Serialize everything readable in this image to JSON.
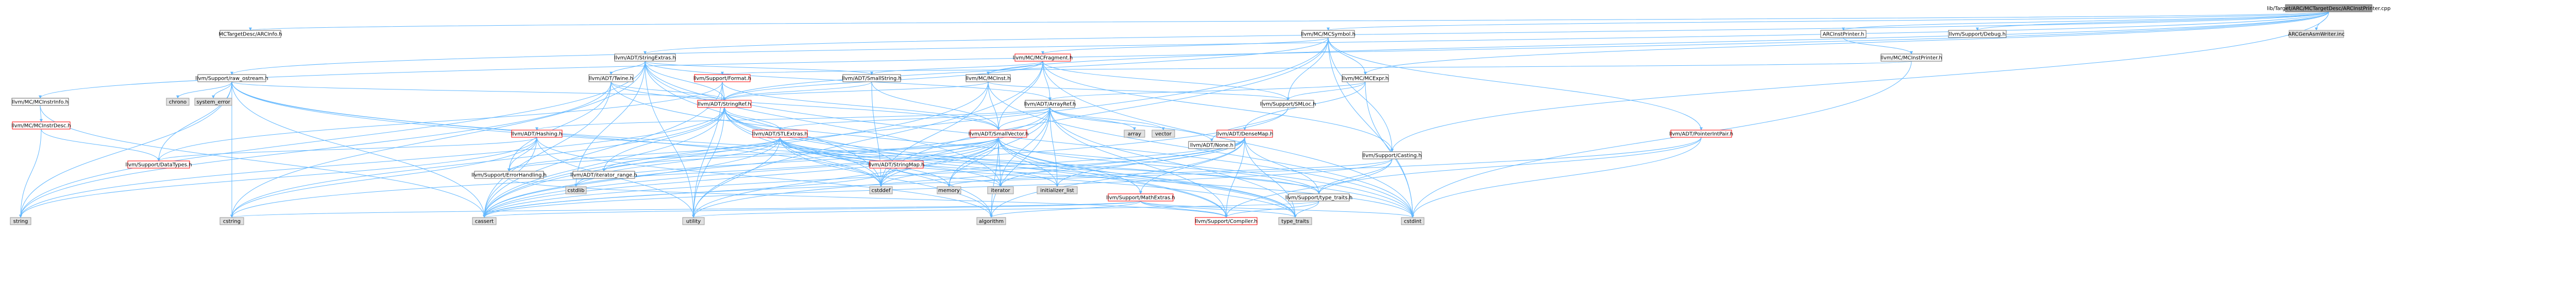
{
  "colors": {
    "root_fill": "#999999",
    "file_fill": "#ffffff",
    "file_stroke": "#666666",
    "link_stroke": "#ff0000",
    "system_fill": "#e0e0e0",
    "system_stroke": "#999999",
    "edge": "#63b8ff",
    "text": "#000000"
  },
  "nodes": [
    {
      "id": "root",
      "label": "lib/Target/ARC/MCTargetDesc/ARCInstPrinter.cpp",
      "kind": "root"
    },
    {
      "id": "arcinfo",
      "label": "MCTargetDesc/ARCInfo.h",
      "kind": "file"
    },
    {
      "id": "mcsymbol",
      "label": "llvm/MC/MCSymbol.h",
      "kind": "file"
    },
    {
      "id": "arcinstprinter_h",
      "label": "ARCInstPrinter.h",
      "kind": "file"
    },
    {
      "id": "support_debug",
      "label": "llvm/Support/Debug.h",
      "kind": "file"
    },
    {
      "id": "arcgenasm",
      "label": "ARCGenAsmWriter.inc",
      "kind": "system"
    },
    {
      "id": "stringextras",
      "label": "llvm/ADT/StringExtras.h",
      "kind": "file"
    },
    {
      "id": "mcfragment",
      "label": "llvm/MC/MCFragment.h",
      "kind": "link"
    },
    {
      "id": "mcinstprinter",
      "label": "llvm/MC/MCInstPrinter.h",
      "kind": "file"
    },
    {
      "id": "raw_ostream",
      "label": "llvm/Support/raw_ostream.h",
      "kind": "file"
    },
    {
      "id": "support_format",
      "label": "llvm/Support/Format.h",
      "kind": "link"
    },
    {
      "id": "twine",
      "label": "llvm/ADT/Twine.h",
      "kind": "file"
    },
    {
      "id": "smallstring",
      "label": "llvm/ADT/SmallString.h",
      "kind": "file"
    },
    {
      "id": "mcinst",
      "label": "llvm/MC/MCInst.h",
      "kind": "file"
    },
    {
      "id": "mcexpr",
      "label": "llvm/MC/MCExpr.h",
      "kind": "file"
    },
    {
      "id": "mcinstrinfo",
      "label": "llvm/MC/MCInstrInfo.h",
      "kind": "file"
    },
    {
      "id": "chrono",
      "label": "chrono",
      "kind": "system"
    },
    {
      "id": "system_error",
      "label": "system_error",
      "kind": "system"
    },
    {
      "id": "stringref",
      "label": "llvm/ADT/StringRef.h",
      "kind": "link"
    },
    {
      "id": "arrayref",
      "label": "llvm/ADT/ArrayRef.h",
      "kind": "file"
    },
    {
      "id": "smloc",
      "label": "llvm/Support/SMLoc.h",
      "kind": "file"
    },
    {
      "id": "mcinstrdesc",
      "label": "llvm/MC/MCInstrDesc.h",
      "kind": "link"
    },
    {
      "id": "hashing",
      "label": "llvm/ADT/Hashing.h",
      "kind": "link"
    },
    {
      "id": "stlextras",
      "label": "llvm/ADT/STLExtras.h",
      "kind": "link"
    },
    {
      "id": "smallvector",
      "label": "llvm/ADT/SmallVector.h",
      "kind": "link"
    },
    {
      "id": "array",
      "label": "array",
      "kind": "system"
    },
    {
      "id": "vector",
      "label": "vector",
      "kind": "system"
    },
    {
      "id": "adt_none",
      "label": "llvm/ADT/None.h",
      "kind": "file"
    },
    {
      "id": "stringmap",
      "label": "llvm/ADT/StringMap.h",
      "kind": "link"
    },
    {
      "id": "densemap",
      "label": "llvm/ADT/DenseMap.h",
      "kind": "link"
    },
    {
      "id": "support_casting",
      "label": "llvm/Support/Casting.h",
      "kind": "file"
    },
    {
      "id": "pointerintpair",
      "label": "llvm/ADT/PointerIntPair.h",
      "kind": "link"
    },
    {
      "id": "datatypes",
      "label": "llvm/Support/DataTypes.h",
      "kind": "link"
    },
    {
      "id": "errorhandling",
      "label": "llvm/Support/ErrorHandling.h",
      "kind": "file"
    },
    {
      "id": "iterator_range",
      "label": "llvm/ADT/iterator_range.h",
      "kind": "file"
    },
    {
      "id": "cstdlib",
      "label": "cstdlib",
      "kind": "system"
    },
    {
      "id": "cstddef",
      "label": "cstddef",
      "kind": "system"
    },
    {
      "id": "memory",
      "label": "memory",
      "kind": "system"
    },
    {
      "id": "iterator",
      "label": "iterator",
      "kind": "system"
    },
    {
      "id": "initializer_list",
      "label": "initializer_list",
      "kind": "system"
    },
    {
      "id": "mathextras",
      "label": "llvm/Support/MathExtras.h",
      "kind": "link"
    },
    {
      "id": "type_traits_h",
      "label": "llvm/Support/type_traits.h",
      "kind": "file"
    },
    {
      "id": "string",
      "label": "string",
      "kind": "system"
    },
    {
      "id": "cstring",
      "label": "cstring",
      "kind": "system"
    },
    {
      "id": "utility",
      "label": "utility",
      "kind": "system"
    },
    {
      "id": "cassert",
      "label": "cassert",
      "kind": "system"
    },
    {
      "id": "algorithm",
      "label": "algorithm",
      "kind": "system"
    },
    {
      "id": "type_traits",
      "label": "type_traits",
      "kind": "system"
    },
    {
      "id": "compiler",
      "label": "llvm/Support/Compiler.h",
      "kind": "link"
    },
    {
      "id": "cstdint",
      "label": "cstdint",
      "kind": "system"
    }
  ],
  "edges": [
    [
      "root",
      "arcinfo"
    ],
    [
      "root",
      "mcsymbol"
    ],
    [
      "root",
      "arcinstprinter_h"
    ],
    [
      "root",
      "support_debug"
    ],
    [
      "root",
      "arcgenasm"
    ],
    [
      "root",
      "stringextras"
    ],
    [
      "root",
      "mcexpr"
    ],
    [
      "root",
      "mcinst"
    ],
    [
      "root",
      "mcinstrinfo"
    ],
    [
      "root",
      "raw_ostream"
    ],
    [
      "root",
      "support_casting"
    ],
    [
      "mcsymbol",
      "mcfragment"
    ],
    [
      "mcsymbol",
      "mcexpr"
    ],
    [
      "mcsymbol",
      "smloc"
    ],
    [
      "mcsymbol",
      "stringref"
    ],
    [
      "mcsymbol",
      "pointerintpair"
    ],
    [
      "mcsymbol",
      "support_casting"
    ],
    [
      "mcsymbol",
      "cstdint"
    ],
    [
      "mcsymbol",
      "cassert"
    ],
    [
      "mcsymbol",
      "cstddef"
    ],
    [
      "arcinstprinter_h",
      "mcinstprinter"
    ],
    [
      "mcinstprinter",
      "support_format"
    ],
    [
      "mcinstprinter",
      "cstdint"
    ],
    [
      "stringextras",
      "arrayref"
    ],
    [
      "stringextras",
      "smallstring"
    ],
    [
      "stringextras",
      "stringref"
    ],
    [
      "stringextras",
      "twine"
    ],
    [
      "stringextras",
      "cstddef"
    ],
    [
      "stringextras",
      "cstdint"
    ],
    [
      "stringextras",
      "cstdlib"
    ],
    [
      "stringextras",
      "cstring"
    ],
    [
      "stringextras",
      "iterator"
    ],
    [
      "stringextras",
      "string"
    ],
    [
      "stringextras",
      "utility"
    ],
    [
      "mcfragment",
      "arrayref"
    ],
    [
      "mcfragment",
      "smallstring"
    ],
    [
      "mcfragment",
      "smallvector"
    ],
    [
      "mcfragment",
      "stringref"
    ],
    [
      "mcfragment",
      "mcinst"
    ],
    [
      "mcfragment",
      "smloc"
    ],
    [
      "mcfragment",
      "support_casting"
    ],
    [
      "mcfragment",
      "cstdint"
    ],
    [
      "mcfragment",
      "utility"
    ],
    [
      "raw_ostream",
      "stringref"
    ],
    [
      "raw_ostream",
      "datatypes"
    ],
    [
      "raw_ostream",
      "cassert"
    ],
    [
      "raw_ostream",
      "chrono"
    ],
    [
      "raw_ostream",
      "cstddef"
    ],
    [
      "raw_ostream",
      "cstdint"
    ],
    [
      "raw_ostream",
      "cstring"
    ],
    [
      "raw_ostream",
      "string"
    ],
    [
      "raw_ostream",
      "system_error"
    ],
    [
      "raw_ostream",
      "type_traits"
    ],
    [
      "support_format",
      "stringref"
    ],
    [
      "support_format",
      "smallvector"
    ],
    [
      "support_format",
      "datatypes"
    ],
    [
      "support_format",
      "cassert"
    ],
    [
      "support_format",
      "cstdio"
    ],
    [
      "support_format",
      "tuple"
    ],
    [
      "support_format",
      "utility"
    ],
    [
      "twine",
      "smallvector"
    ],
    [
      "twine",
      "stringref"
    ],
    [
      "twine",
      "errorhandling"
    ],
    [
      "twine",
      "cassert"
    ],
    [
      "twine",
      "cstdint"
    ],
    [
      "twine",
      "string"
    ],
    [
      "smallstring",
      "smallvector"
    ],
    [
      "smallstring",
      "stringref"
    ],
    [
      "smallstring",
      "cstddef"
    ],
    [
      "mcinst",
      "smallvector"
    ],
    [
      "mcinst",
      "stringref"
    ],
    [
      "mcinst",
      "smloc"
    ],
    [
      "mcinst",
      "cassert"
    ],
    [
      "mcinst",
      "cstddef"
    ],
    [
      "mcinst",
      "cstdint"
    ],
    [
      "mcexpr",
      "arrayref"
    ],
    [
      "mcexpr",
      "densemap"
    ],
    [
      "mcexpr",
      "smloc"
    ],
    [
      "mcexpr",
      "cstdint"
    ],
    [
      "mcinstrinfo",
      "mcinstrdesc"
    ],
    [
      "mcinstrinfo",
      "cassert"
    ],
    [
      "mcinstrdesc",
      "datatypes"
    ],
    [
      "mcinstrdesc",
      "string"
    ],
    [
      "stringref",
      "stlextras"
    ],
    [
      "stringref",
      "iterator_range"
    ],
    [
      "stringref",
      "compiler"
    ],
    [
      "stringref",
      "algorithm"
    ],
    [
      "stringref",
      "cassert"
    ],
    [
      "stringref",
      "cstddef"
    ],
    [
      "stringref",
      "cstring"
    ],
    [
      "stringref",
      "limits"
    ],
    [
      "stringref",
      "string"
    ],
    [
      "stringref",
      "type_traits"
    ],
    [
      "stringref",
      "utility"
    ],
    [
      "arrayref",
      "hashing"
    ],
    [
      "arrayref",
      "adt_none"
    ],
    [
      "arrayref",
      "smallvector"
    ],
    [
      "arrayref",
      "stlextras"
    ],
    [
      "arrayref",
      "compiler"
    ],
    [
      "arrayref",
      "algorithm"
    ],
    [
      "arrayref",
      "array"
    ],
    [
      "arrayref",
      "cassert"
    ],
    [
      "arrayref",
      "cstddef"
    ],
    [
      "arrayref",
      "initializer_list"
    ],
    [
      "arrayref",
      "iterator"
    ],
    [
      "arrayref",
      "memory"
    ],
    [
      "arrayref",
      "type_traits"
    ],
    [
      "arrayref",
      "vector"
    ],
    [
      "smloc",
      "adt_none"
    ],
    [
      "smloc",
      "cassert"
    ],
    [
      "hashing",
      "errorhandling"
    ],
    [
      "hashing",
      "datatypes"
    ],
    [
      "hashing",
      "algorithm"
    ],
    [
      "hashing",
      "cassert"
    ],
    [
      "hashing",
      "cstring"
    ],
    [
      "hashing",
      "string"
    ],
    [
      "hashing",
      "utility"
    ],
    [
      "stlextras",
      "iterator_range"
    ],
    [
      "stlextras",
      "errorhandling"
    ],
    [
      "stlextras",
      "type_traits_h"
    ],
    [
      "stlextras",
      "algorithm"
    ],
    [
      "stlextras",
      "cassert"
    ],
    [
      "stlextras",
      "cstddef"
    ],
    [
      "stlextras",
      "cstdint"
    ],
    [
      "stlextras",
      "cstdlib"
    ],
    [
      "stlextras",
      "initializer_list"
    ],
    [
      "stlextras",
      "iterator"
    ],
    [
      "stlextras",
      "memory"
    ],
    [
      "stlextras",
      "type_traits"
    ],
    [
      "stlextras",
      "utility"
    ],
    [
      "smallvector",
      "iterator_range"
    ],
    [
      "smallvector",
      "compiler"
    ],
    [
      "smallvector",
      "errorhandling"
    ],
    [
      "smallvector",
      "mathextras"
    ],
    [
      "smallvector",
      "type_traits_h"
    ],
    [
      "smallvector",
      "algorithm"
    ],
    [
      "smallvector",
      "cassert"
    ],
    [
      "smallvector",
      "cstddef"
    ],
    [
      "smallvector",
      "cstdlib"
    ],
    [
      "smallvector",
      "cstring"
    ],
    [
      "smallvector",
      "initializer_list"
    ],
    [
      "smallvector",
      "iterator"
    ],
    [
      "smallvector",
      "memory"
    ],
    [
      "smallvector",
      "new"
    ],
    [
      "smallvector",
      "type_traits"
    ],
    [
      "smallvector",
      "utility"
    ],
    [
      "stringmap",
      "stringref"
    ],
    [
      "stringmap",
      "iterator"
    ],
    [
      "stringmap",
      "cassert"
    ],
    [
      "densemap",
      "mathextras"
    ],
    [
      "densemap",
      "type_traits_h"
    ],
    [
      "densemap",
      "compiler"
    ],
    [
      "densemap",
      "algorithm"
    ],
    [
      "densemap",
      "cassert"
    ],
    [
      "densemap",
      "cstddef"
    ],
    [
      "densemap",
      "initializer_list"
    ],
    [
      "densemap",
      "iterator"
    ],
    [
      "densemap",
      "type_traits"
    ],
    [
      "densemap",
      "utility"
    ],
    [
      "support_casting",
      "type_traits_h"
    ],
    [
      "support_casting",
      "compiler"
    ],
    [
      "support_casting",
      "cassert"
    ],
    [
      "support_casting",
      "memory"
    ],
    [
      "pointerintpair",
      "type_traits_h"
    ],
    [
      "pointerintpair",
      "cassert"
    ],
    [
      "pointerintpair",
      "cstdint"
    ],
    [
      "pointerintpair",
      "limits"
    ],
    [
      "mathextras",
      "compiler"
    ],
    [
      "mathextras",
      "algorithm"
    ],
    [
      "mathextras",
      "cassert"
    ],
    [
      "mathextras",
      "cstdint"
    ],
    [
      "mathextras",
      "cstring"
    ],
    [
      "mathextras",
      "type_traits"
    ],
    [
      "type_traits_h",
      "compiler"
    ],
    [
      "type_traits_h",
      "type_traits"
    ],
    [
      "type_traits_h",
      "utility"
    ],
    [
      "errorhandling",
      "compiler"
    ]
  ]
}
